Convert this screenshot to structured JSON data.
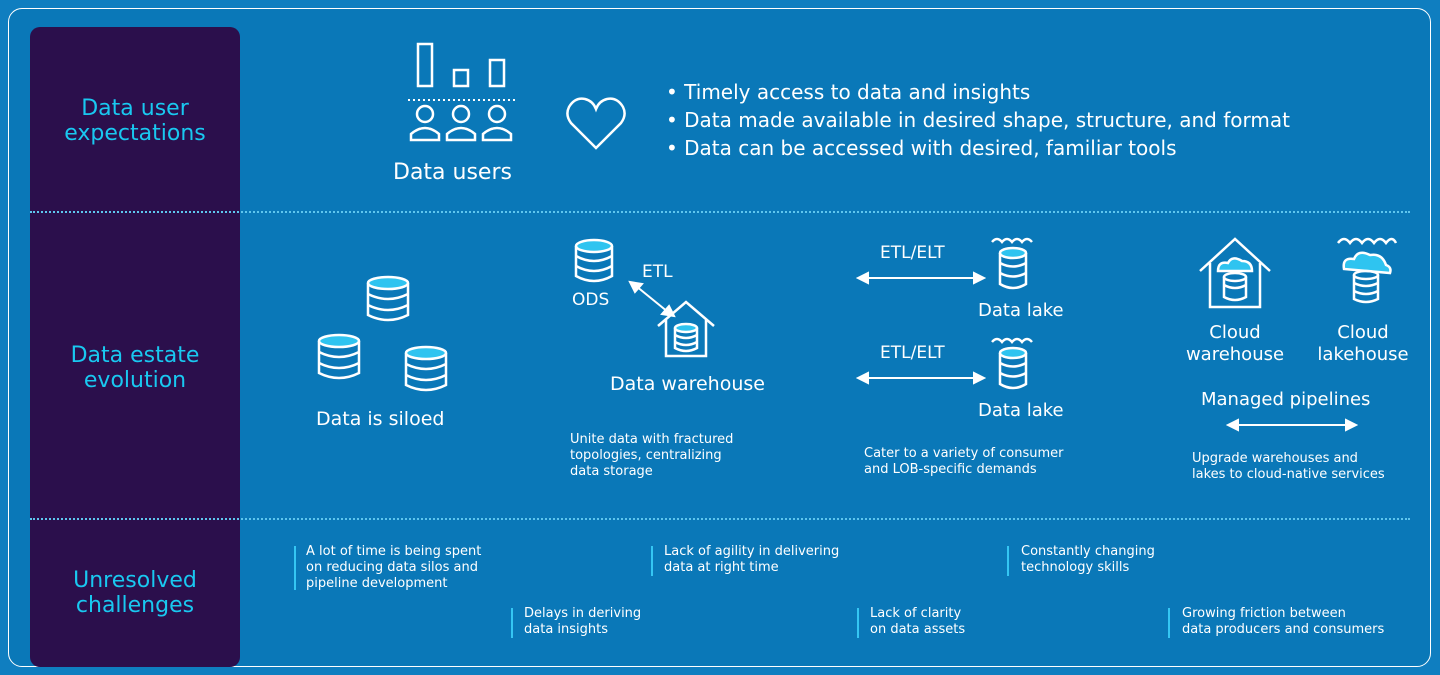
{
  "sidebar": {
    "expectations": "Data user\nexpectations",
    "evolution": "Data estate\nevolution",
    "challenges": "Unresolved\nchallenges"
  },
  "expectations": {
    "users_label": "Data users",
    "bullets": [
      "• Timely access to data and insights",
      "• Data made available in desired shape, structure, and format",
      "• Data can be accessed with desired, familiar tools"
    ]
  },
  "evolution": {
    "siloed": "Data is siloed",
    "ods": "ODS",
    "etl": "ETL",
    "warehouse": "Data warehouse",
    "warehouse_note": "Unite data with fractured\ntopologies, centralizing\ndata storage",
    "etl_elt_1": "ETL/ELT",
    "lake_1": "Data lake",
    "etl_elt_2": "ETL/ELT",
    "lake_2": "Data lake",
    "lake_note": "Cater to a variety of consumer\nand LOB-specific demands",
    "cloud_warehouse": "Cloud\nwarehouse",
    "cloud_lakehouse": "Cloud\nlakehouse",
    "managed_pipelines": "Managed pipelines",
    "cloud_note": "Upgrade warehouses and\nlakes to cloud-native services"
  },
  "challenges": [
    "A lot of time is being spent\non reducing data silos and\npipeline development",
    "Delays in deriving\ndata insights",
    "Lack of agility in delivering\ndata at right time",
    "Lack of clarity\non data assets",
    "Constantly changing\ntechnology skills",
    "Growing friction between\ndata producers and consumers"
  ],
  "colors": {
    "background": "#0f7ec0",
    "sidebar": "#2b0f4c",
    "sidebar_text": "#19c8f0",
    "accent": "#35c6f3"
  }
}
